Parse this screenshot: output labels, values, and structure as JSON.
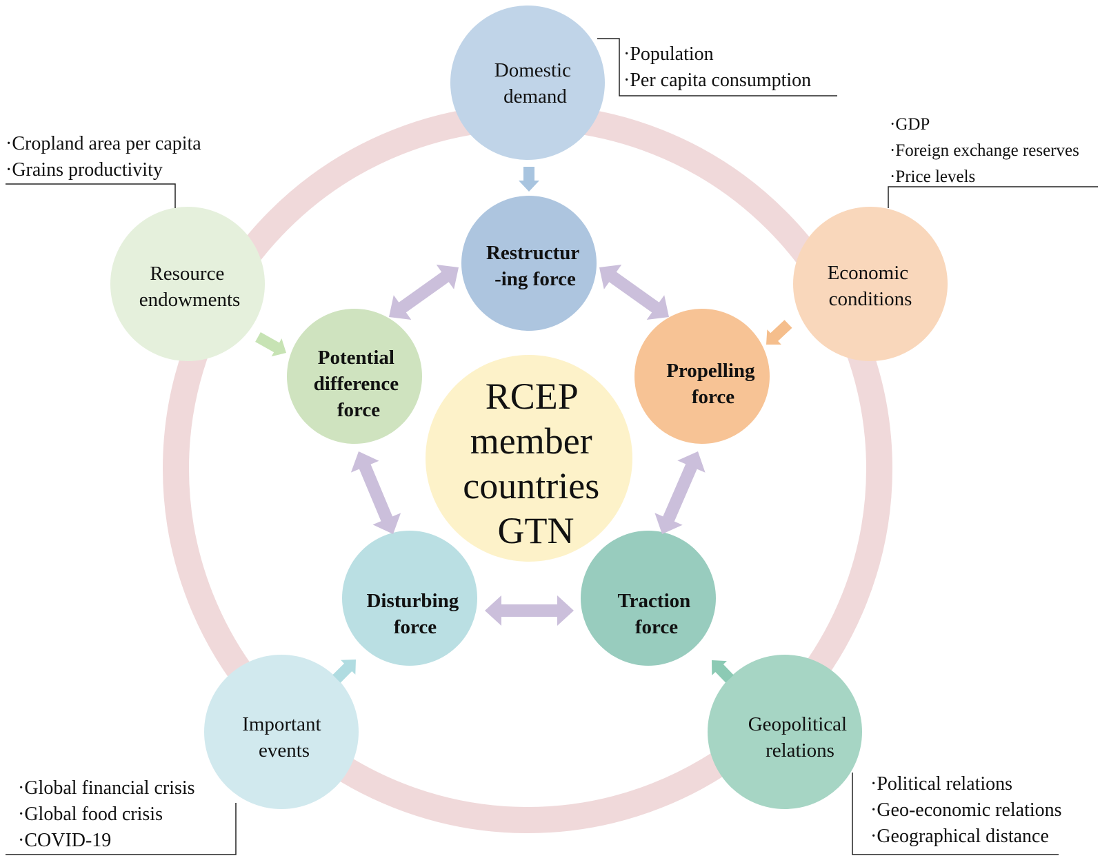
{
  "center": {
    "lines": [
      "RCEP",
      "member",
      "countries",
      "GTN"
    ]
  },
  "inner_forces": {
    "restructuring": {
      "lines": [
        "Restructur",
        "-ing force"
      ]
    },
    "propelling": {
      "lines": [
        "Propelling",
        "force"
      ]
    },
    "traction": {
      "lines": [
        "Traction",
        "force"
      ]
    },
    "disturbing": {
      "lines": [
        "Disturbing",
        "force"
      ]
    },
    "potential": {
      "lines": [
        "Potential",
        "difference",
        "force"
      ]
    }
  },
  "outer_factors": {
    "domestic": {
      "lines": [
        "Domestic",
        "demand"
      ]
    },
    "economic": {
      "lines": [
        "Economic",
        "conditions"
      ]
    },
    "geopolitical": {
      "lines": [
        "Geopolitical",
        "relations"
      ]
    },
    "events": {
      "lines": [
        "Important",
        "events"
      ]
    },
    "resource": {
      "lines": [
        "Resource",
        "endowments"
      ]
    }
  },
  "indicators": {
    "domestic": [
      "·Population",
      "·Per capita consumption"
    ],
    "economic": [
      "·GDP",
      "·Foreign exchange reserves",
      "·Price levels"
    ],
    "geopolitical": [
      "·Political relations",
      "·Geo-economic relations",
      "·Geographical distance"
    ],
    "events": [
      "·Global financial crisis",
      "·Global food crisis",
      "·COVID-19"
    ],
    "resource": [
      "·Cropland area per capita",
      "·Grains productivity"
    ]
  },
  "colors": {
    "ring": "#f0d9da",
    "center": "#fdf2c9",
    "restructuring": "#adc5df",
    "propelling": "#f7c395",
    "traction": "#98ccbe",
    "disturbing": "#badfe3",
    "potential": "#cfe3bf",
    "domestic": "#c0d4e8",
    "economic": "#f9d7bb",
    "geopolitical": "#a6d5c4",
    "events": "#d1e9ee",
    "resource": "#e5f0dc",
    "double_arrow": "#cbbfdb",
    "arrow_domestic": "#a8c4df",
    "arrow_economic": "#f5be8c",
    "arrow_geopolitical": "#8ccab4",
    "arrow_events": "#b0dce1",
    "arrow_resource": "#c7e3b4"
  }
}
